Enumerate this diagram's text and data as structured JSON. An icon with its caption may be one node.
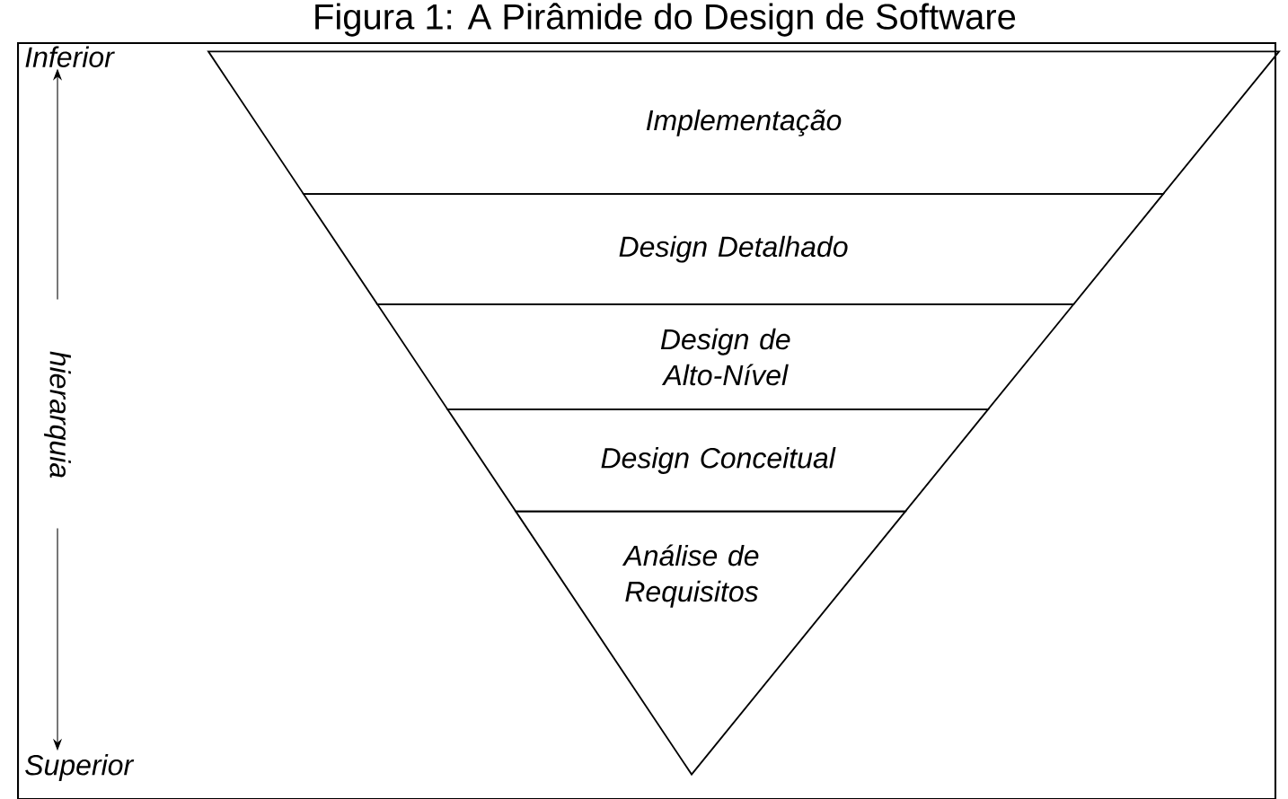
{
  "diagram": {
    "title": "Figura 1: A Pirâmide do Design de Software",
    "nodes": [
      {
        "text": [
          "Implementação"
        ]
      },
      {
        "text": [
          "Design Detalhado"
        ]
      },
      {
        "text": [
          "Design de Alto-Nível"
        ]
      },
      {
        "text": [
          "Design Conceitual"
        ]
      },
      {
        "text": [
          "Análise de Requisitos"
        ]
      }
    ],
    "labels": [
      "Inferior",
      "hierarquia",
      "Superior"
    ]
  }
}
